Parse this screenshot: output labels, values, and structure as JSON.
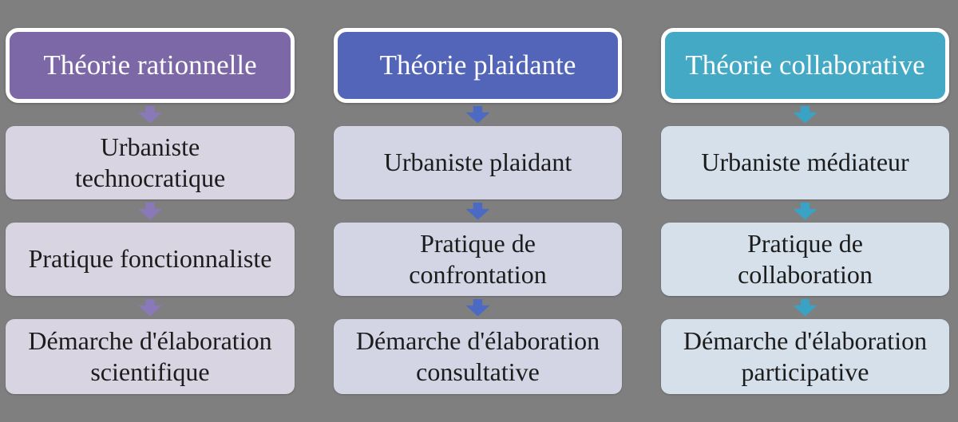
{
  "background_color": "#7f7f7f",
  "text": {
    "header_text_color": "#ffffff",
    "box_text_color": "#1c1c1c"
  },
  "columns": [
    {
      "header": "Théorie rationnelle",
      "colors": {
        "header": "#7c68a6",
        "box": "#d8d4e1",
        "arrow": "#8a79b8"
      },
      "items": [
        "Urbaniste\ntechnocratique",
        "Pratique fonctionnaliste",
        "Démarche d'élaboration\nscientifique"
      ]
    },
    {
      "header": "Théorie plaidante",
      "colors": {
        "header": "#5365b8",
        "box": "#d3d4e4",
        "arrow": "#4c6ac4"
      },
      "items": [
        "Urbaniste plaidant",
        "Pratique de\nconfrontation",
        "Démarche d'élaboration\nconsultative"
      ]
    },
    {
      "header": "Théorie collaborative",
      "colors": {
        "header": "#44a9c5",
        "box": "#d5e0ea",
        "arrow": "#39a2c5"
      },
      "items": [
        "Urbaniste médiateur",
        "Pratique de\ncollaboration",
        "Démarche d'élaboration\nparticipative"
      ]
    }
  ]
}
